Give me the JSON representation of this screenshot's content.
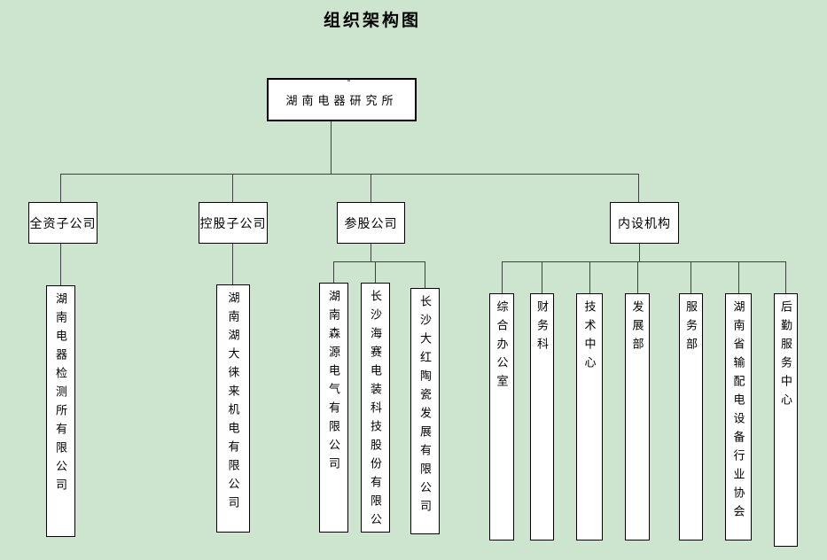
{
  "title": "组织架构图",
  "root": {
    "label": "湖南电器研究所"
  },
  "branches": [
    {
      "label": "全资子公司",
      "children": [
        "湖南电器检测所有限公司"
      ]
    },
    {
      "label": "控股子公司",
      "children": [
        "湖南湖大徕来机电有限公司"
      ]
    },
    {
      "label": "参股公司",
      "children": [
        "湖南森源电气有限公司",
        "长沙海赛电装科技股份有限公",
        "长沙大红陶瓷发展有限公司"
      ]
    },
    {
      "label": "内设机构",
      "children": [
        "综合办公室",
        "财务科",
        "技术中心",
        "发展部",
        "服务部",
        "湖南省输配电设备行业协会",
        "后勤服务中心"
      ]
    }
  ],
  "colors": {
    "background": "#cde5cf",
    "box_fill": "#ffffff",
    "box_border": "#000000",
    "line": "#404040"
  }
}
